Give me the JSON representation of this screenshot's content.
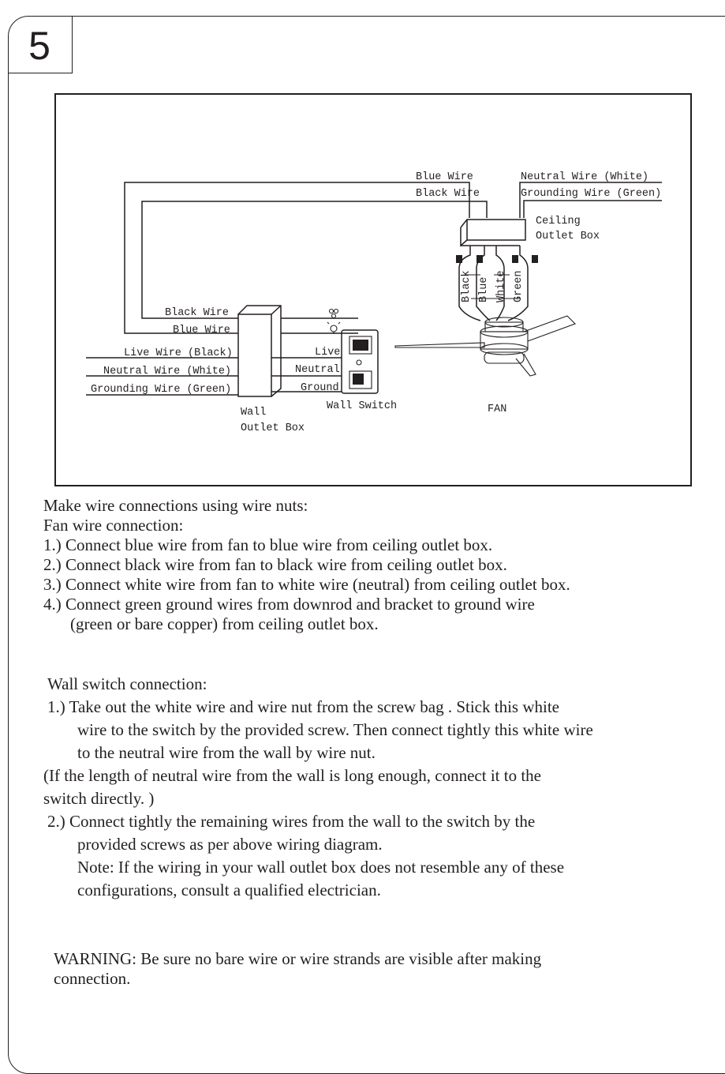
{
  "step_number": "5",
  "diagram": {
    "blue_wire": "Blue Wire",
    "black_wire": "Black Wire",
    "neutral_wire_white": "Neutral Wire (White)",
    "grounding_wire_green": "Grounding Wire (Green)",
    "ceiling_outlet_box_1": "Ceiling",
    "ceiling_outlet_box_2": "Outlet Box",
    "fan_wire_black": "Black",
    "fan_wire_blue": "Blue",
    "fan_wire_white": "White",
    "fan_wire_green": "Green",
    "left_black_wire": "Black Wire",
    "left_blue_wire": "Blue Wire",
    "live_wire_black": "Live Wire (Black)",
    "neutral_wire_white_left": "Neutral Wire (White)",
    "grounding_wire_green_left": "Grounding Wire (Green)",
    "terminal_live": "Live",
    "terminal_neutral": "Neutral",
    "terminal_ground": "Ground",
    "wall_switch": "Wall Switch",
    "wall_outlet_box_1": "Wall",
    "wall_outlet_box_2": "Outlet Box",
    "fan_label": "FAN"
  },
  "fan_connection": {
    "intro": "Make wire connections using wire nuts:",
    "heading": "Fan wire connection:",
    "step1": "1.) Connect blue wire from fan to blue wire from ceiling outlet box.",
    "step2": "2.) Connect black wire from fan to black wire from ceiling outlet box.",
    "step3": "3.) Connect white wire from fan to white wire (neutral) from ceiling outlet box.",
    "step4_line1": "4.) Connect green ground wires from downrod and bracket to ground wire",
    "step4_line2": "(green or bare copper) from ceiling outlet box."
  },
  "wall_switch_connection": {
    "heading": "Wall switch connection:",
    "step1_line1": "1.) Take out the white wire and wire nut from the screw bag . Stick this white",
    "step1_line2": "wire to the switch by the provided screw. Then connect tightly this white wire",
    "step1_line3": "to the neutral wire from the wall by wire nut.",
    "paren_line1": "(If the length of neutral wire from the wall is long enough, connect it to the",
    "paren_line2": "switch directly. )",
    "step2_line1": "2.) Connect tightly the remaining wires from the wall to the switch by the",
    "step2_line2": "provided screws as per above wiring diagram.",
    "note_line1": "Note: If the wiring in your wall outlet box does not resemble any of these",
    "note_line2": "configurations,  consult a qualified electrician."
  },
  "warning": {
    "line1": "WARNING: Be sure no bare wire or wire strands are visible after making",
    "line2": "connection."
  }
}
